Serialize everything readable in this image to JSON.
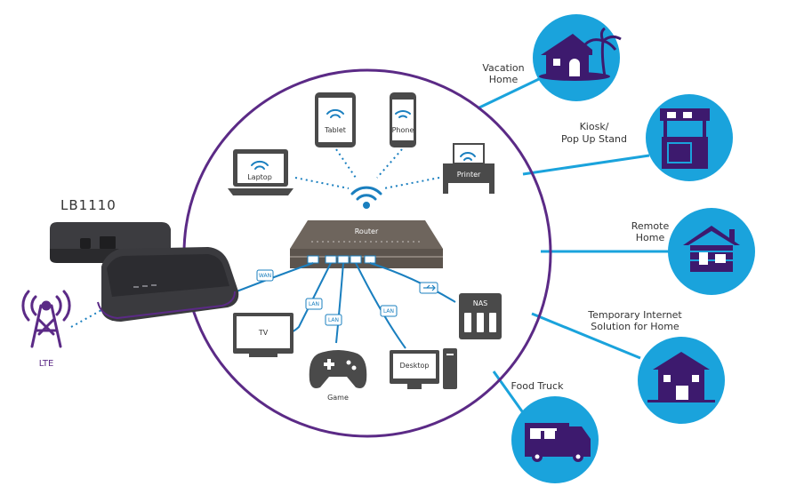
{
  "modem_model": "LB1110",
  "lte": {
    "label": "LTE"
  },
  "router": {
    "label": "Router"
  },
  "wireless_devices": {
    "laptop": "Laptop",
    "tablet": "Tablet",
    "phone": "Phone",
    "printer": "Printer"
  },
  "wired_devices": {
    "tv": "TV",
    "game": "Game",
    "desktop": "Desktop",
    "nas": "NAS"
  },
  "port_tags": {
    "wan": "WAN",
    "lan1": "LAN",
    "lan2": "LAN",
    "lan3": "LAN"
  },
  "use_cases": [
    {
      "line1": "Vacation",
      "line2": "Home"
    },
    {
      "line1": "Kiosk/",
      "line2": "Pop Up Stand"
    },
    {
      "line1": "Remote",
      "line2": "Home"
    },
    {
      "line1": "Temporary Internet",
      "line2": "Solution for Home"
    },
    {
      "line1": "Food Truck",
      "line2": ""
    }
  ],
  "colors": {
    "purple": "#5b2a86",
    "blue": "#1aa3dc",
    "dark": "#4a4a4a",
    "router": "#6e655d",
    "link": "#1a7fbf"
  }
}
